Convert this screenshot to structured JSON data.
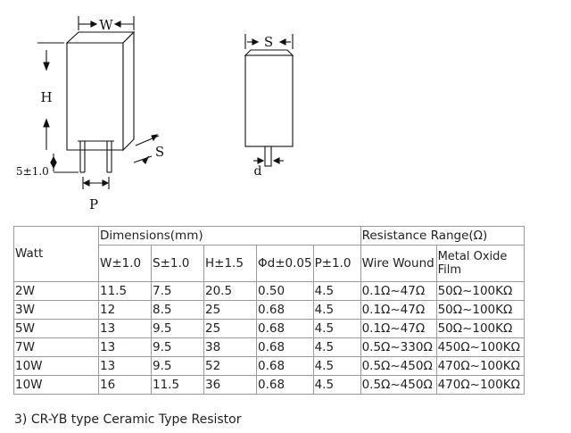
{
  "diagram": {
    "label_w": "W",
    "label_h": "H",
    "label_s_left": "S",
    "label_lead": "5±1.0",
    "label_p": "P",
    "label_s_right": "S",
    "label_d": "d"
  },
  "table": {
    "header": {
      "watt": "Watt",
      "dimensions": "Dimensions(mm)",
      "resistance_range": "Resistance Range(Ω)",
      "w": "W±1.0",
      "s": "S±1.0",
      "h": "H±1.5",
      "d": "Φd±0.05",
      "p": "P±1.0",
      "wire_wound": "Wire Wound",
      "metal_oxide": "Metal Oxide Film"
    },
    "rows": [
      {
        "watt": "2W",
        "w": "11.5",
        "s": "7.5",
        "h": "20.5",
        "d": "0.50",
        "p": "4.5",
        "wire": "0.1Ω~47Ω",
        "oxide": "50Ω~100KΩ"
      },
      {
        "watt": "3W",
        "w": "12",
        "s": "8.5",
        "h": "25",
        "d": "0.68",
        "p": "4.5",
        "wire": "0.1Ω~47Ω",
        "oxide": "50Ω~100KΩ"
      },
      {
        "watt": "5W",
        "w": "13",
        "s": "9.5",
        "h": "25",
        "d": "0.68",
        "p": "4.5",
        "wire": "0.1Ω~47Ω",
        "oxide": "50Ω~100KΩ"
      },
      {
        "watt": "7W",
        "w": "13",
        "s": "9.5",
        "h": "38",
        "d": "0.68",
        "p": "4.5",
        "wire": "0.5Ω~330Ω",
        "oxide": "450Ω~100KΩ"
      },
      {
        "watt": "10W",
        "w": "13",
        "s": "9.5",
        "h": "52",
        "d": "0.68",
        "p": "4.5",
        "wire": "0.5Ω~450Ω",
        "oxide": "470Ω~100KΩ"
      },
      {
        "watt": "10W",
        "w": "16",
        "s": "11.5",
        "h": "36",
        "d": "0.68",
        "p": "4.5",
        "wire": "0.5Ω~450Ω",
        "oxide": "470Ω~100KΩ"
      }
    ]
  },
  "caption": "3) CR-YB type Ceramic Type Resistor"
}
